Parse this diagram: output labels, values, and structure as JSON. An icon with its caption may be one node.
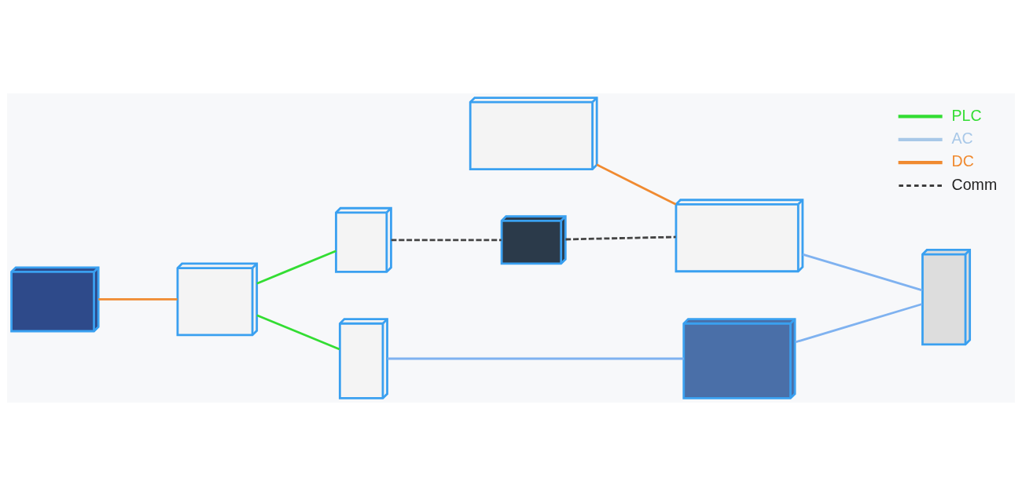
{
  "diagram": {
    "nodes": [
      {
        "text": [],
        "shape": "picture"
      },
      {
        "text": [],
        "shape": "picture"
      },
      {
        "text": [],
        "shape": "picture"
      },
      {
        "text": [],
        "shape": "picture"
      },
      {
        "text": [],
        "shape": "picture"
      },
      {
        "text": [],
        "shape": "picture"
      },
      {
        "text": [],
        "shape": "picture"
      },
      {
        "text": [],
        "shape": "picture"
      },
      {
        "text": [],
        "shape": "picture"
      }
    ],
    "edges": [
      {
        "from": 5,
        "to": 3,
        "arrow": "none",
        "color": "#f08a30"
      },
      {
        "from": 3,
        "to": 1,
        "arrow": "none",
        "color": "#33dd33"
      },
      {
        "from": 3,
        "to": 6,
        "arrow": "none",
        "color": "#33dd33"
      },
      {
        "from": 1,
        "to": 4,
        "arrow": "none",
        "color": "#444444",
        "style": "dashed"
      },
      {
        "from": 4,
        "to": 2,
        "arrow": "none",
        "color": "#444444",
        "style": "dashed"
      },
      {
        "from": 0,
        "to": 2,
        "arrow": "none",
        "color": "#f08a30"
      },
      {
        "from": 6,
        "to": 7,
        "arrow": "none",
        "color": "#7fb2f0"
      },
      {
        "from": 2,
        "to": 8,
        "arrow": "none",
        "color": "#7fb2f0"
      },
      {
        "from": 7,
        "to": 8,
        "arrow": "none",
        "color": "#7fb2f0"
      }
    ],
    "legend": [
      {
        "text": "PLC"
      },
      {
        "text": "AC"
      },
      {
        "text": "DC"
      },
      {
        "text": "Comm"
      }
    ]
  }
}
